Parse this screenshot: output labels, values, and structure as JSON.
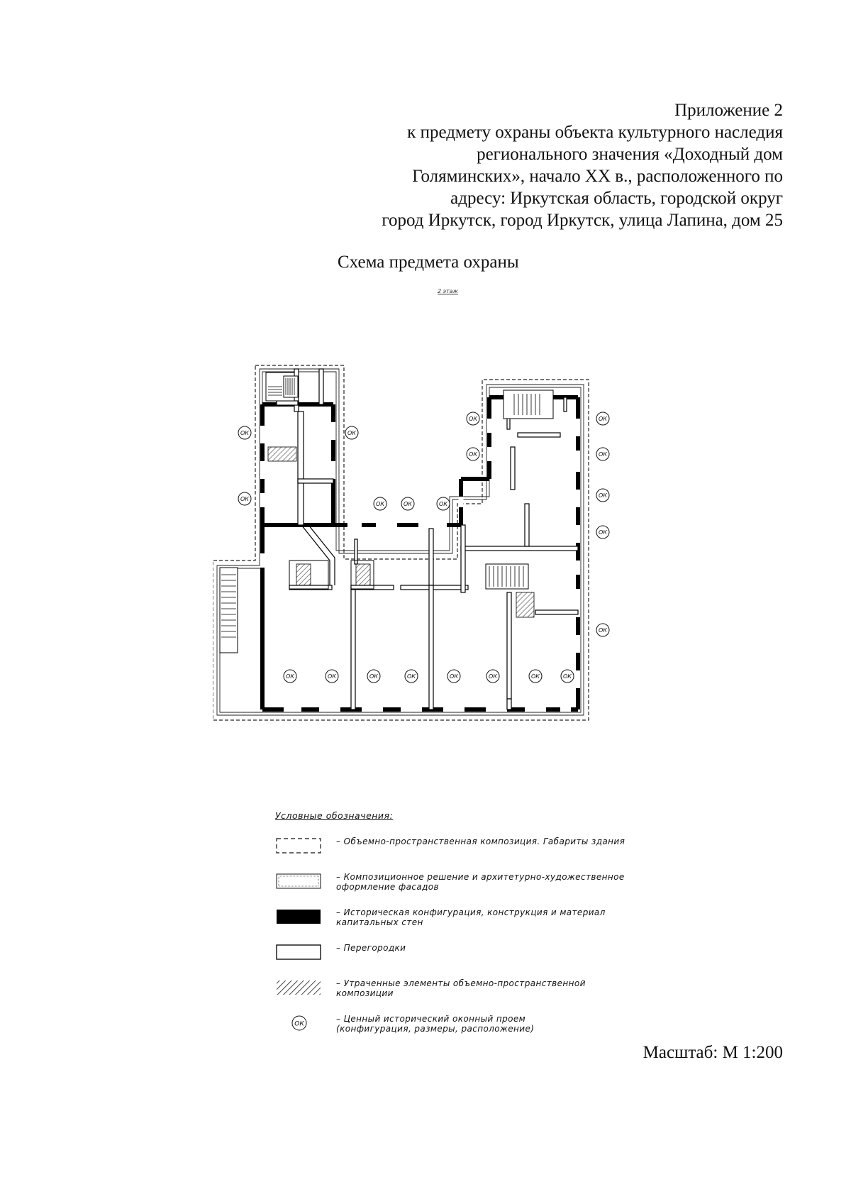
{
  "header": {
    "lines": [
      "Приложение 2",
      "к предмету охраны объекта культурного наследия",
      "регионального значения «Доходный дом",
      "Голяминских», начало XX в., расположенного по",
      "адресу: Иркутская область, городской округ",
      "город Иркутск, город Иркутск, улица Лапина, дом 25"
    ]
  },
  "scheme_title": "Схема предмета охраны",
  "floor_label": "2 этаж",
  "plan": {
    "window_label": "ОК",
    "icons": {
      "window": "ok-circle-icon",
      "stairs": "stairs-icon",
      "lost": "hatch-icon"
    }
  },
  "legend": {
    "title": "Условные обозначения:",
    "items": [
      {
        "symbol": "dashed-outline-icon",
        "text": "– Объемно-пространственная композиция. Габариты здания"
      },
      {
        "symbol": "double-line-icon",
        "text": "– Композиционное решение и архитетурно-художественное\nоформление фасадов"
      },
      {
        "symbol": "solid-wall-icon",
        "text": "– Историческая конфигурация, конструкция и материал\nкапитальных стен"
      },
      {
        "symbol": "partition-icon",
        "text": "– Перегородки"
      },
      {
        "symbol": "hatch-icon",
        "text": "– Утраченные элементы объемно-пространственной\nкомпозиции"
      },
      {
        "symbol": "ok-circle-icon",
        "text": "– Ценный исторический оконный проем\n(конфигурация, размеры, расположение)"
      }
    ]
  },
  "scale": "Масштаб: М 1:200",
  "colors": {
    "ink": "#111111",
    "paper": "#ffffff",
    "hatch": "#555555"
  }
}
